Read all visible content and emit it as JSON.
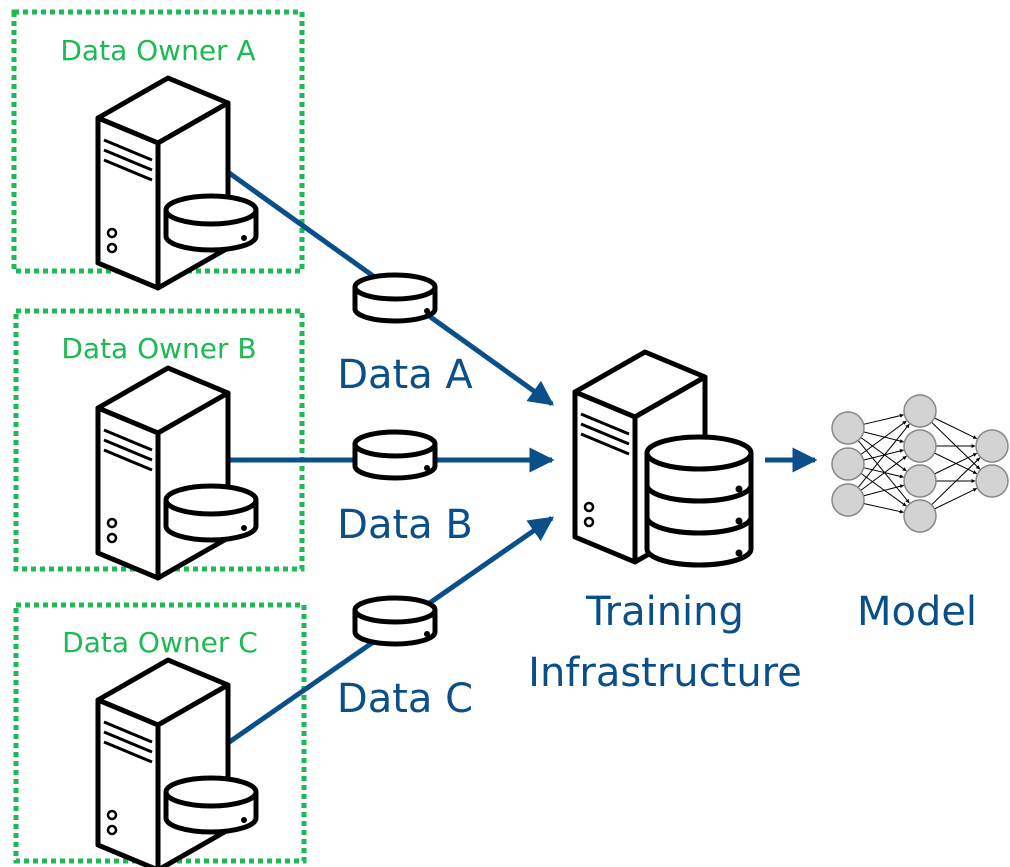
{
  "colors": {
    "owner": "#1db954",
    "accent": "#0b4f8a",
    "ink": "#000000",
    "node_fill": "#d3d3d3",
    "node_stroke": "#888888"
  },
  "owners": [
    {
      "label": "Data Owner A"
    },
    {
      "label": "Data Owner B"
    },
    {
      "label": "Data Owner C"
    }
  ],
  "data_items": [
    {
      "label": "Data A"
    },
    {
      "label": "Data B"
    },
    {
      "label": "Data C"
    }
  ],
  "training": {
    "line1": "Training",
    "line2": "Infrastructure"
  },
  "model": {
    "label": "Model"
  }
}
